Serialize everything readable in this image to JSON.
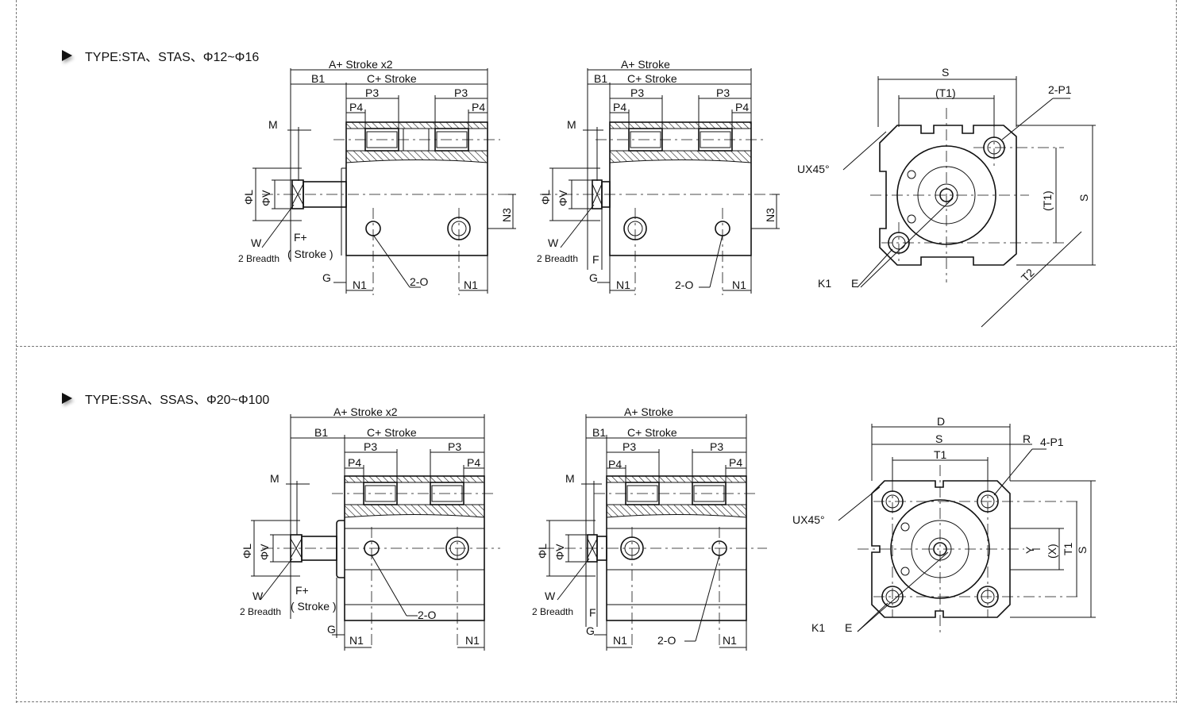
{
  "sections": [
    {
      "title": "TYPE:STA、STAS、Φ12~Φ16",
      "left_view": {
        "labels": {
          "a": "A+ Stroke x2",
          "b1": "B1",
          "c": "C+ Stroke",
          "p3a": "P3",
          "p3b": "P3",
          "p4a": "P4",
          "p4b": "P4",
          "m": "M",
          "phil": "ΦL",
          "phiv": "ΦV",
          "n3": "N3",
          "w": "W",
          "breadth": "2 Breadth",
          "f1": "F+",
          "f2": "( Stroke )",
          "g": "G",
          "n1a": "N1",
          "n1b": "N1",
          "o": "2-O"
        }
      },
      "mid_view": {
        "labels": {
          "a": "A+ Stroke",
          "b1": "B1",
          "c": "C+ Stroke",
          "p3a": "P3",
          "p3b": "P3",
          "p4a": "P4",
          "p4b": "P4",
          "m": "M",
          "phil": "ΦL",
          "phiv": "ΦV",
          "n3": "N3",
          "w": "W",
          "breadth": "2 Breadth",
          "f": "F",
          "g": "G",
          "n1a": "N1",
          "n1b": "N1",
          "o": "2-O"
        }
      },
      "end_view": {
        "labels": {
          "s_top": "S",
          "t1": "(T1)",
          "p1": "2-P1",
          "ux": "UX45°",
          "t1_side": "(T1)",
          "s_side": "S",
          "k1": "K1",
          "e": "E",
          "t2": "T2"
        }
      }
    },
    {
      "title": "TYPE:SSA、SSAS、Φ20~Φ100",
      "left_view": {
        "labels": {
          "a": "A+ Stroke x2",
          "b1": "B1",
          "c": "C+ Stroke",
          "p3a": "P3",
          "p3b": "P3",
          "p4a": "P4",
          "p4b": "P4",
          "m": "M",
          "phil": "ΦL",
          "phiv": "ΦV",
          "w": "W",
          "breadth": "2 Breadth",
          "f1": "F+",
          "f2": "( Stroke )",
          "g": "G",
          "n1a": "N1",
          "n1b": "N1",
          "o": "2-O"
        }
      },
      "mid_view": {
        "labels": {
          "a": "A+ Stroke",
          "b1": "B1",
          "c": "C+ Stroke",
          "p3a": "P3",
          "p3b": "P3",
          "p4a": "P4",
          "p4b": "P4",
          "m": "M",
          "phil": "ΦL",
          "phiv": "ΦV",
          "w": "W",
          "breadth": "2 Breadth",
          "f": "F",
          "g": "G",
          "n1a": "N1",
          "n1b": "N1",
          "o": "2-O"
        }
      },
      "end_view": {
        "labels": {
          "d": "D",
          "s_top": "S",
          "r": "R",
          "p1": "4-P1",
          "t1": "T1",
          "ux": "UX45°",
          "y": "Y",
          "x": "(X)",
          "t1_side": "T1",
          "s_side": "S",
          "k1": "K1",
          "e": "E"
        }
      }
    }
  ]
}
